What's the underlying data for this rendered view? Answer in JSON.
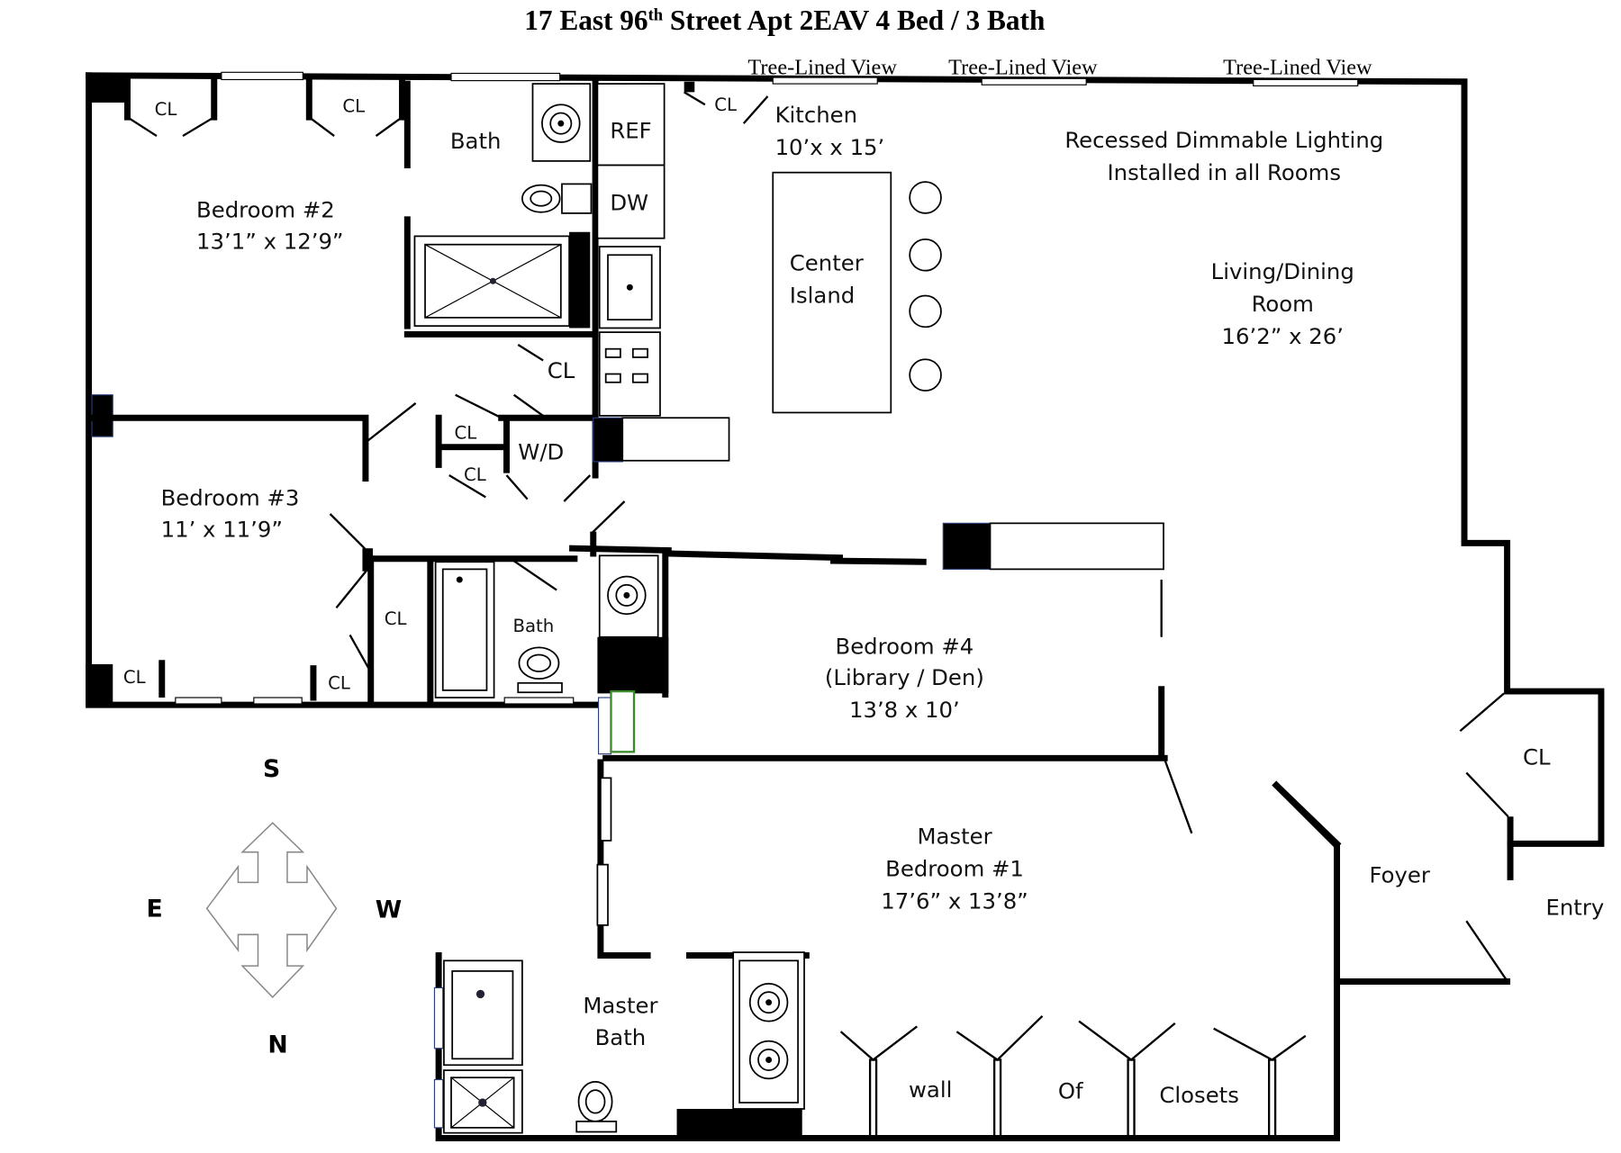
{
  "title": {
    "main": "17 East 96",
    "sup": "th",
    "rest": " Street Apt 2EAV 4 Bed / 3 Bath"
  },
  "views": [
    "Tree-Lined View",
    "Tree-Lined View",
    "Tree-Lined View"
  ],
  "rooms": {
    "bedroom2": {
      "name": "Bedroom #2",
      "size": "13’1” x 12’9”"
    },
    "bedroom3": {
      "name": "Bedroom #3",
      "size": "11’ x 11’9”"
    },
    "bedroom4": {
      "name": "Bedroom #4",
      "sub": "(Library / Den)",
      "size": "13’8 x 10’"
    },
    "master": {
      "line1": "Master",
      "line2": "Bedroom #1",
      "size": "17’6” x 13’8”"
    },
    "master_bath": {
      "line1": "Master",
      "line2": "Bath"
    },
    "bath_top": "Bath",
    "bath_mid": "Bath",
    "kitchen": {
      "name": "Kitchen",
      "size": "10’x x 15’"
    },
    "island": {
      "line1": "Center",
      "line2": "Island"
    },
    "living": {
      "line1": "Living/Dining",
      "line2": "Room",
      "size": "16’2” x 26’"
    },
    "foyer": "Foyer",
    "entry": "Entry",
    "wd": "W/D",
    "ref": "REF",
    "dw": "DW"
  },
  "closet_label": "CL",
  "lighting_note": {
    "line1": "Recessed Dimmable Lighting",
    "line2": "Installed in all Rooms"
  },
  "closets_wall": {
    "w1": "wall",
    "w2": "Of",
    "w3": "Closets"
  },
  "compass": {
    "s": "S",
    "e": "E",
    "w": "W",
    "n": "N"
  }
}
